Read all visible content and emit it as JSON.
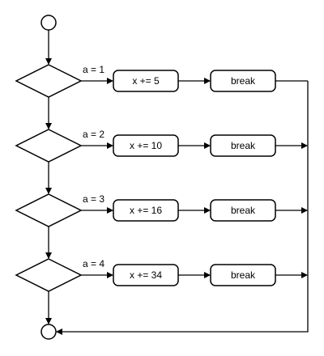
{
  "flowchart": {
    "cases": [
      {
        "condition": "a = 1",
        "action": "x += 5",
        "exit": "break"
      },
      {
        "condition": "a = 2",
        "action": "x += 10",
        "exit": "break"
      },
      {
        "condition": "a = 3",
        "action": "x += 16",
        "exit": "break"
      },
      {
        "condition": "a = 4",
        "action": "x += 34",
        "exit": "break"
      }
    ]
  }
}
